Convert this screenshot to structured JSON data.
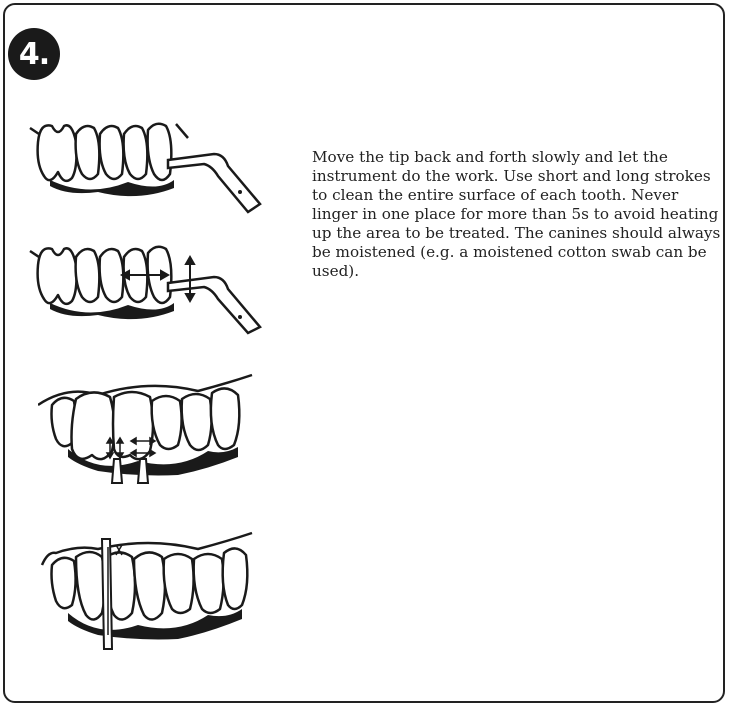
{
  "step": {
    "number": "4."
  },
  "instructions": {
    "text": "Move the tip back and forth slowly and let the instrument do the work. Use short and long strokes to clean the entire surface of each tooth. Never linger in one place for more than 5s to avoid heating up the area to be treated. The canines should always be moistened (e.g. a moistened cotton swab can be used)."
  },
  "illustrations": [
    {
      "name": "instrument on teeth"
    },
    {
      "name": "instrument motion arrows"
    },
    {
      "name": "tip strokes between teeth"
    },
    {
      "name": "vertical tip placement"
    }
  ],
  "colors": {
    "ink": "#1a1a1a",
    "paper": "#ffffff"
  }
}
